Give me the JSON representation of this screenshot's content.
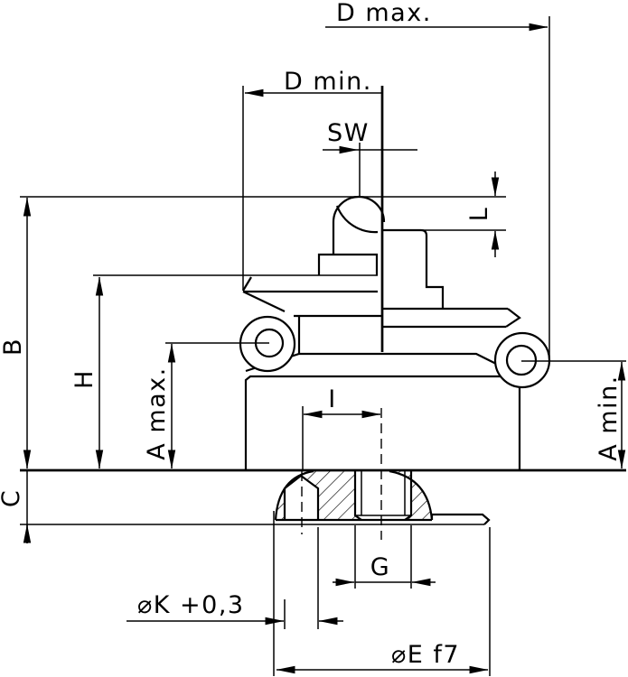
{
  "drawing": {
    "type": "technical-dimension-drawing",
    "colors": {
      "line": "#000000",
      "background": "#ffffff"
    },
    "labels": {
      "d_max": "D max.",
      "d_min": "D min.",
      "sw": "SW",
      "l": "L",
      "b": "B",
      "h": "H",
      "a_max": "A max.",
      "a_min": "A min.",
      "c": "C",
      "i": "I",
      "g": "G",
      "k": "⌀K +0,3",
      "e": "⌀E f7"
    }
  }
}
